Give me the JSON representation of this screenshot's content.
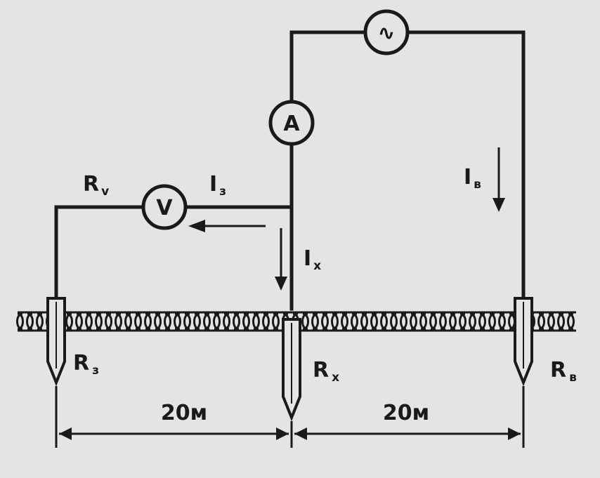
{
  "meters": {
    "source": "∿",
    "ammeter": "A",
    "voltmeter": "V"
  },
  "labels": {
    "rv_main": "R",
    "rv_sub": "v",
    "i_main_v": "I",
    "i_sub_v": "з",
    "i_main_x": "I",
    "i_sub_x": "x",
    "i_main_b": "I",
    "i_sub_b": "в",
    "r_z_main": "R",
    "r_z_sub": "з",
    "r_x_main": "R",
    "r_x_sub": "x",
    "r_b_main": "R",
    "r_b_sub": "в"
  },
  "dimensions": {
    "left": "20м",
    "right": "20м"
  }
}
